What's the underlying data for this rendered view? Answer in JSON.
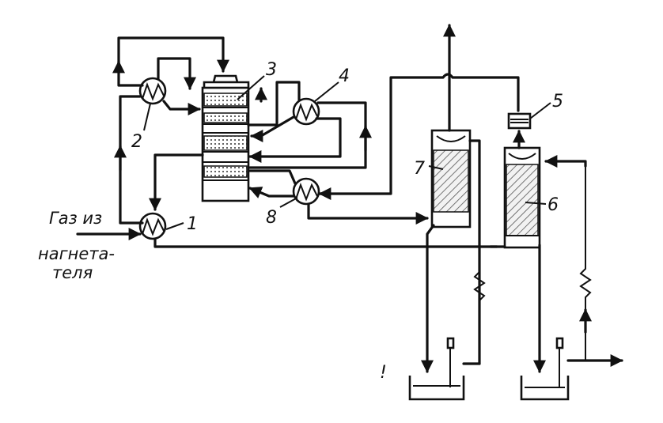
{
  "labels": {
    "n1": "1",
    "n2": "2",
    "n3": "3",
    "n4": "4",
    "n5": "5",
    "n6": "6",
    "n7": "7",
    "n8": "8"
  },
  "caption": {
    "line1": "Газ из",
    "line2": "нагнета-",
    "line3": "теля"
  },
  "stray_mark": "!"
}
